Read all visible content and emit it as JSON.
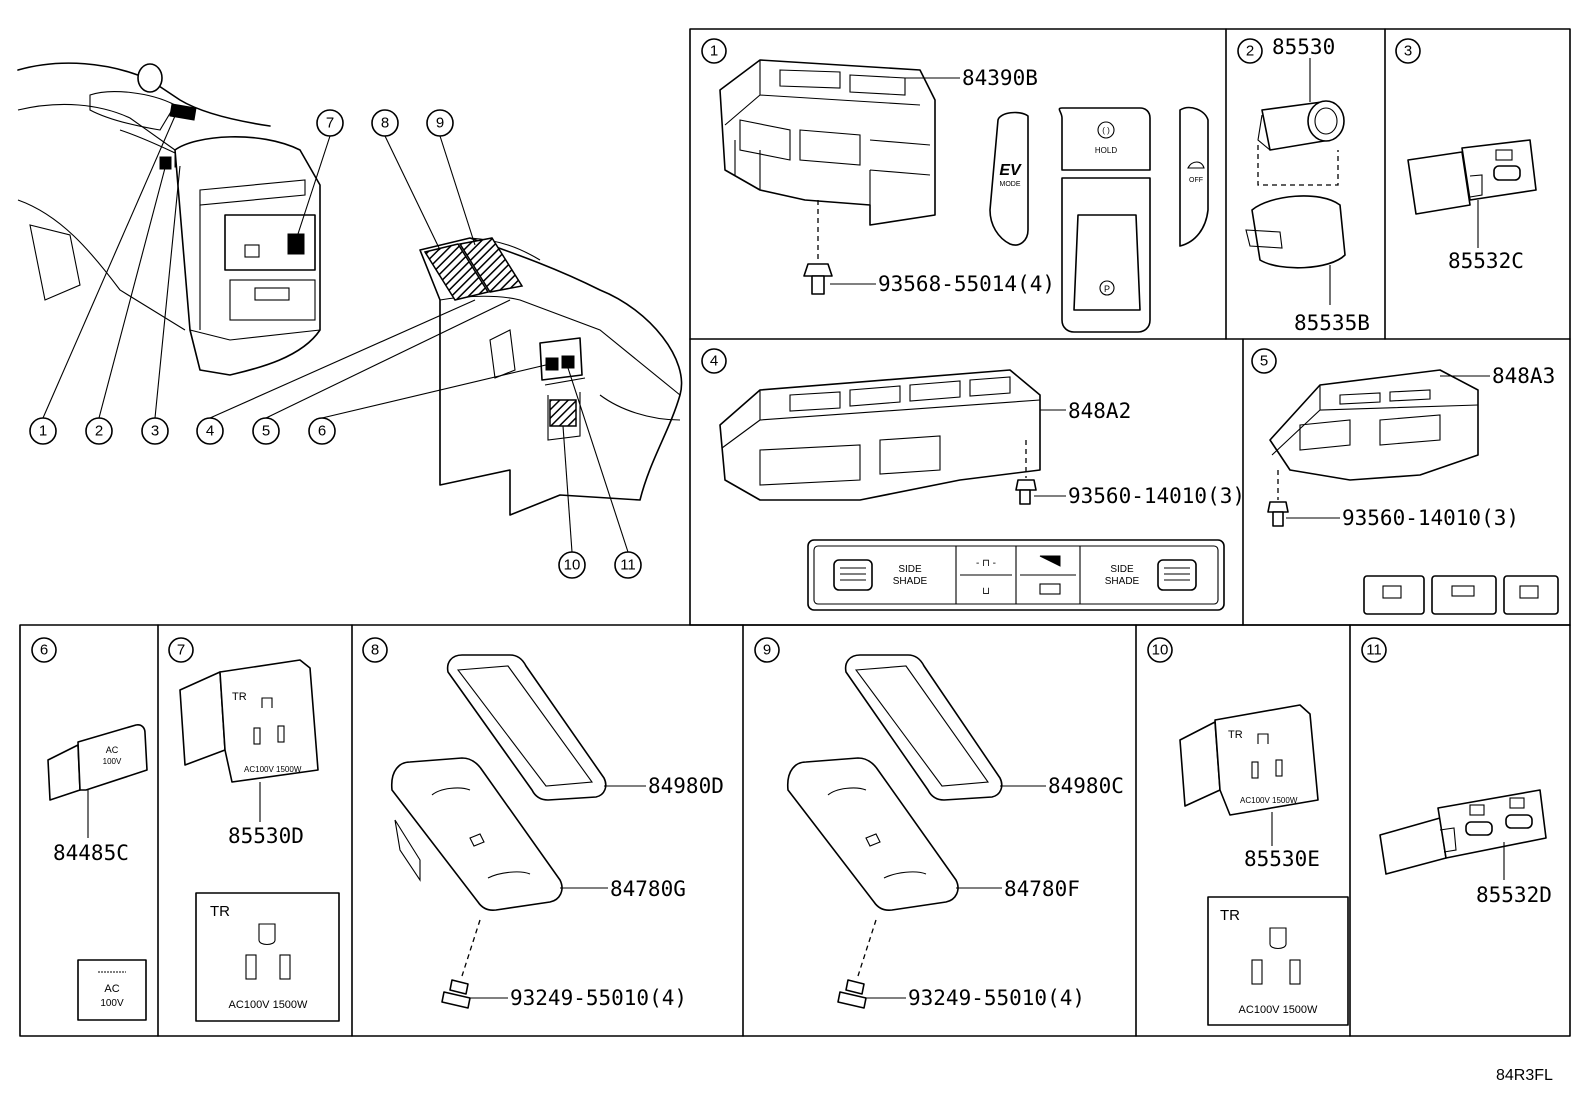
{
  "callouts": [
    "1",
    "2",
    "3",
    "4",
    "5",
    "6",
    "7",
    "8",
    "9",
    "10",
    "11"
  ],
  "parts": {
    "p1_switch": "84390B",
    "p1_bolt": "93568-55014(4)",
    "p2_socket": "85530",
    "p2_cover": "85535B",
    "p3_usb": "85532C",
    "p4_switch": "848A2",
    "p4_screw": "93560-14010(3)",
    "p5_switch": "848A3",
    "p5_screw": "93560-14010(3)",
    "p6_switch": "84485C",
    "p7_outlet": "85530D",
    "p8_cover": "84980D",
    "p8_charger": "84780G",
    "p8_screw": "93249-55010(4)",
    "p9_cover": "84980C",
    "p9_charger": "84780F",
    "p9_screw": "93249-55010(4)",
    "p10_outlet": "85530E",
    "p11_usb": "85532D"
  },
  "icons": {
    "ev": "EV",
    "mode": "MODE",
    "hold": "HOLD",
    "off": "OFF",
    "park": "P"
  },
  "side_shade": [
    "SIDE",
    "SHADE"
  ],
  "ac": {
    "line1": "AC",
    "line2": "100V"
  },
  "outlet": {
    "tr": "TR",
    "rating": "AC100V 1500W"
  },
  "diagram_code": "84R3FL"
}
